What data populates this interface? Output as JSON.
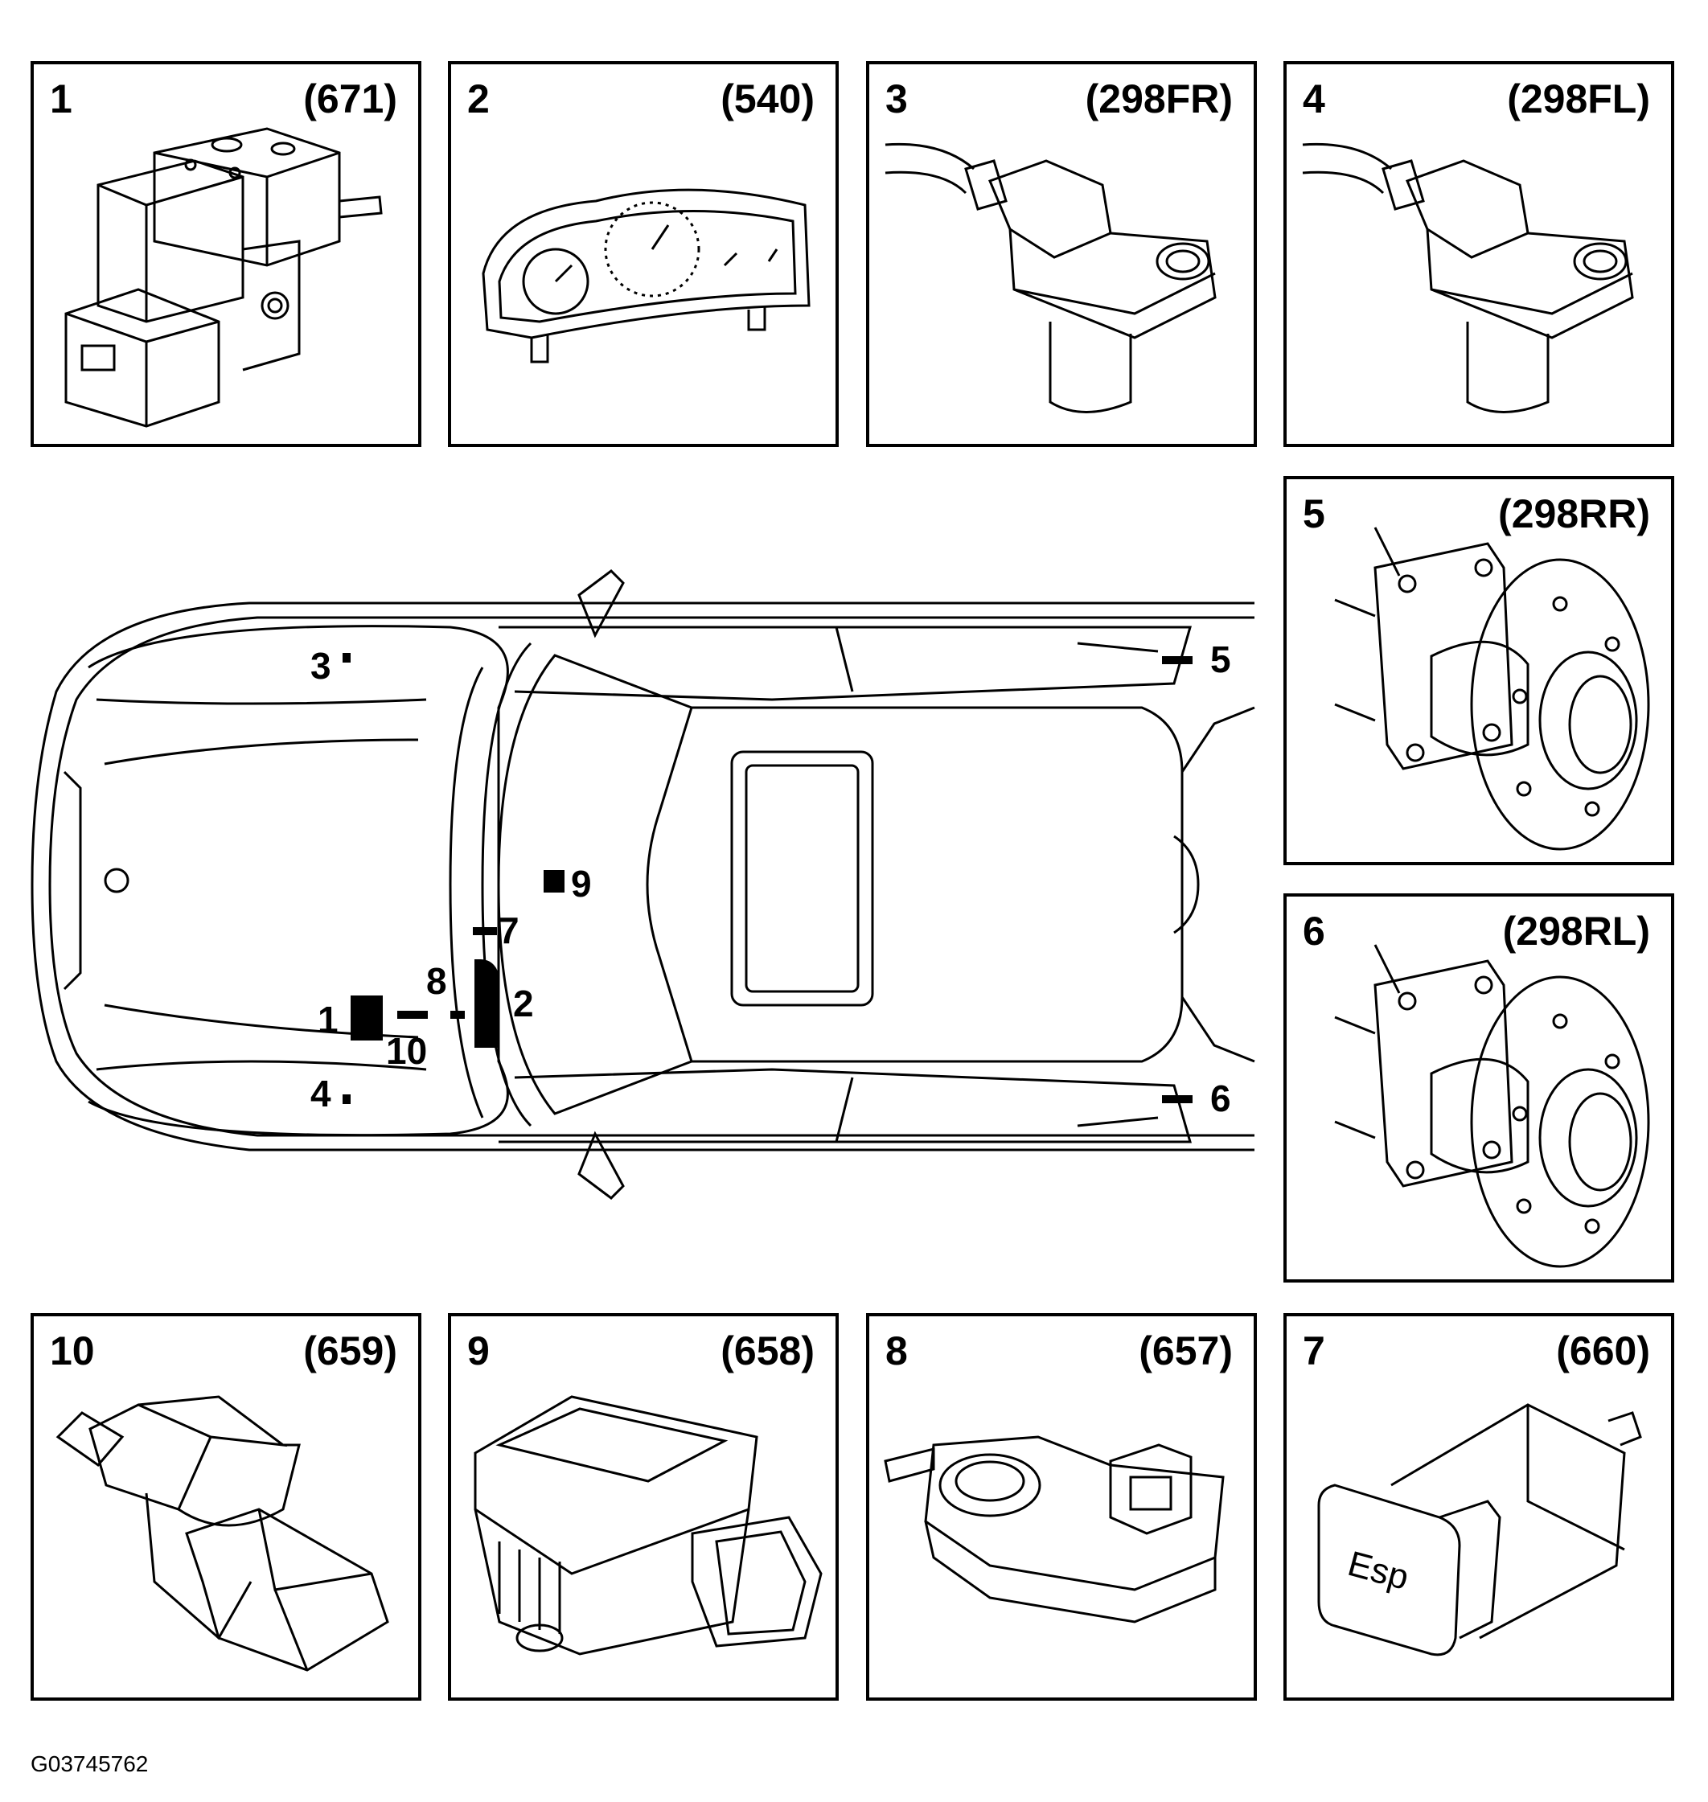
{
  "panels": [
    {
      "num": "1",
      "code": "(671)"
    },
    {
      "num": "2",
      "code": "(540)"
    },
    {
      "num": "3",
      "code": "(298FR)"
    },
    {
      "num": "4",
      "code": "(298FL)"
    },
    {
      "num": "5",
      "code": "(298RR)"
    },
    {
      "num": "6",
      "code": "(298RL)"
    },
    {
      "num": "10",
      "code": "(659)"
    },
    {
      "num": "9",
      "code": "(658)"
    },
    {
      "num": "8",
      "code": "(657)"
    },
    {
      "num": "7",
      "code": "(660)"
    }
  ],
  "locator_labels": {
    "l1": "1",
    "l2": "2",
    "l3": "3",
    "l4": "4",
    "l5": "5",
    "l6": "6",
    "l7": "7",
    "l8": "8",
    "l9": "9",
    "l10": "10"
  },
  "figure_id": "G03745762",
  "colors": {
    "ink": "#000000",
    "paper": "#ffffff"
  }
}
